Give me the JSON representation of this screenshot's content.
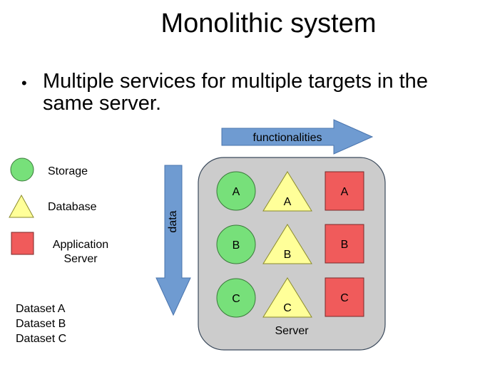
{
  "title": "Monolithic system",
  "bullet": "Multiple services for multiple targets in the same server.",
  "arrows": {
    "horizontal_label": "functionalities",
    "vertical_label": "data"
  },
  "legend": {
    "storage": "Storage",
    "database": "Database",
    "app_server_line1": "Application",
    "app_server_line2": "Server"
  },
  "server": {
    "label": "Server",
    "rows": [
      {
        "storage": "A",
        "database": "A",
        "app": "A"
      },
      {
        "storage": "B",
        "database": "B",
        "app": "B"
      },
      {
        "storage": "C",
        "database": "C",
        "app": "C"
      }
    ]
  },
  "datasets": [
    "Dataset A",
    "Dataset B",
    "Dataset C"
  ],
  "colors": {
    "arrow": "#6f9bd1",
    "arrow_stroke": "#4a74ad",
    "server_box": "#cccccc",
    "storage": "#77e07a",
    "database": "#ffff99",
    "app": "#f05b5b"
  }
}
